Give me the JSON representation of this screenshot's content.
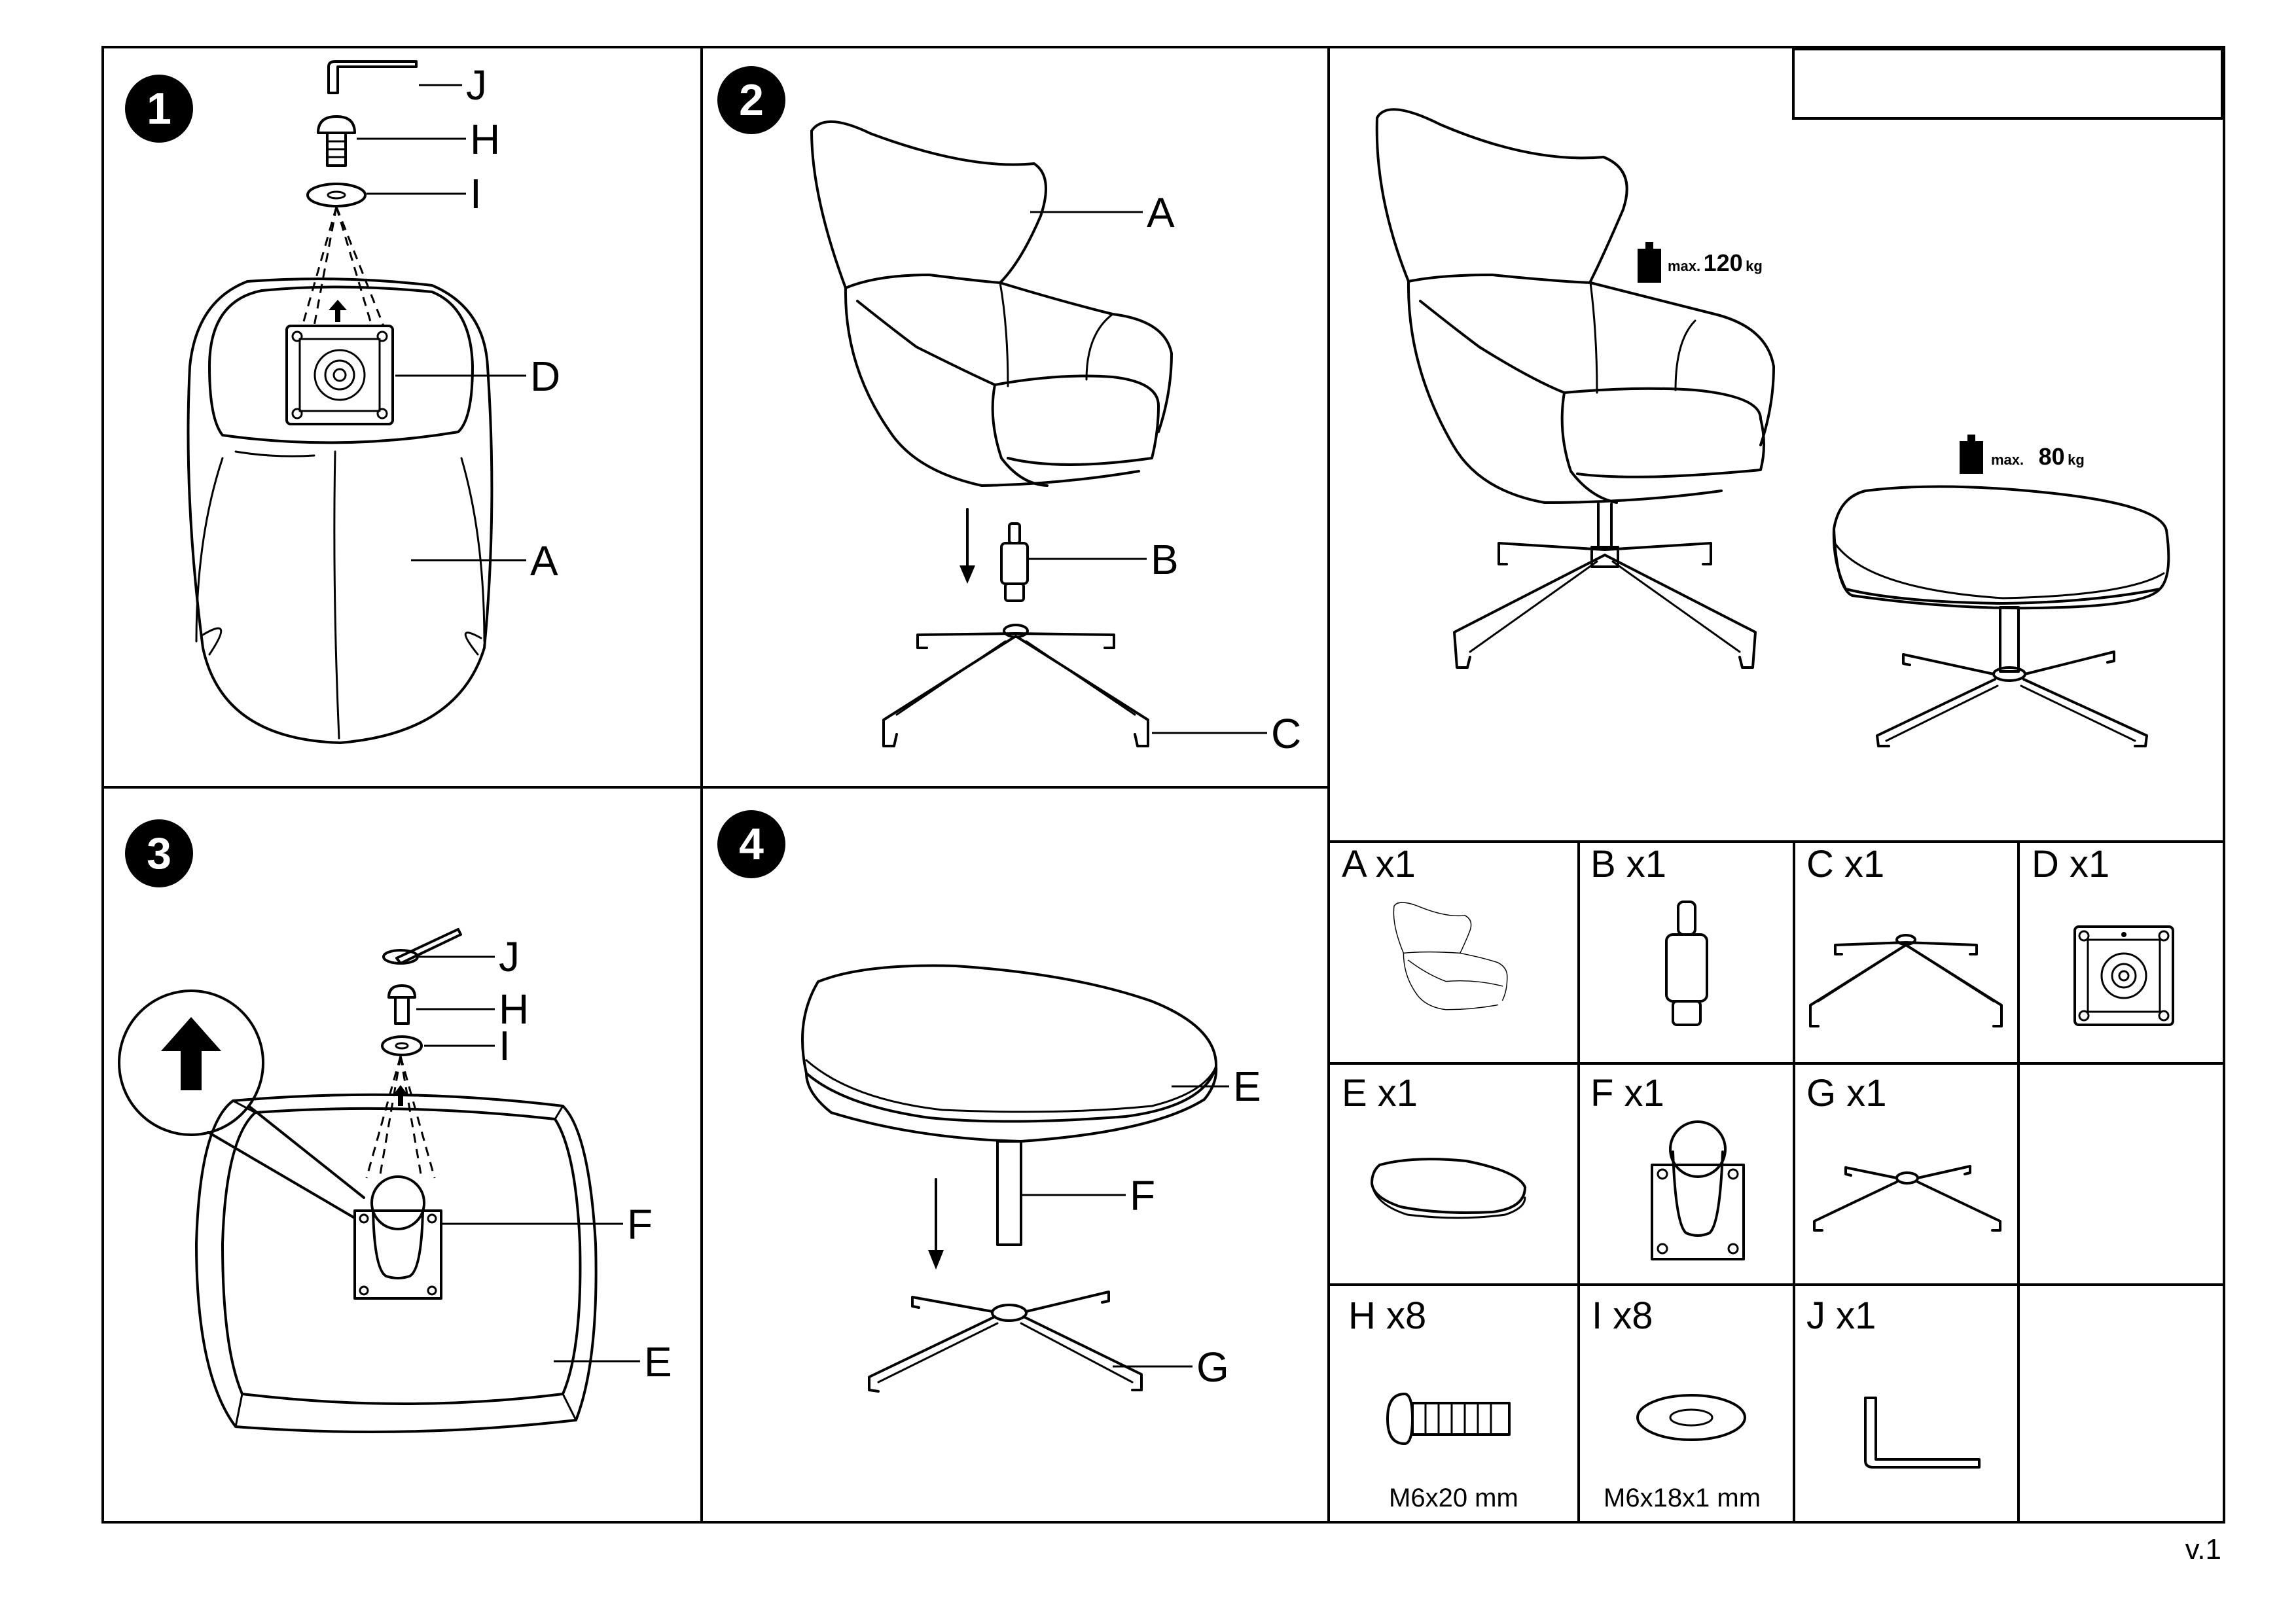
{
  "steps": [
    {
      "number": "1",
      "labels": {
        "j": "J",
        "h": "H",
        "i": "I",
        "d": "D",
        "a": "A"
      }
    },
    {
      "number": "2",
      "labels": {
        "a": "A",
        "b": "B",
        "c": "C"
      }
    },
    {
      "number": "3",
      "labels": {
        "j": "J",
        "h": "H",
        "i": "I",
        "f": "F",
        "e": "E"
      }
    },
    {
      "number": "4",
      "labels": {
        "e": "E",
        "f": "F",
        "g": "G"
      }
    }
  ],
  "overview": {
    "chair_weight": {
      "prefix": "max.",
      "value": "120",
      "unit": "kg"
    },
    "ottoman_weight": {
      "prefix": "max.",
      "value": "80",
      "unit": "kg"
    }
  },
  "parts": [
    {
      "label": "A x1",
      "icon": "armchair-seat-icon"
    },
    {
      "label": "B x1",
      "icon": "gas-cylinder-icon"
    },
    {
      "label": "C x1",
      "icon": "chair-base-icon"
    },
    {
      "label": "D x1",
      "icon": "mounting-plate-icon"
    },
    {
      "label": "E x1",
      "icon": "ottoman-cushion-icon"
    },
    {
      "label": "F x1",
      "icon": "ottoman-post-icon"
    },
    {
      "label": "G x1",
      "icon": "ottoman-base-icon"
    },
    {
      "label": "H x8",
      "spec": "M6x20 mm",
      "icon": "bolt-icon"
    },
    {
      "label": "I x8",
      "spec": "M6x18x1 mm",
      "icon": "washer-icon"
    },
    {
      "label": "J x1",
      "icon": "allen-key-icon"
    }
  ],
  "version": "v.1"
}
